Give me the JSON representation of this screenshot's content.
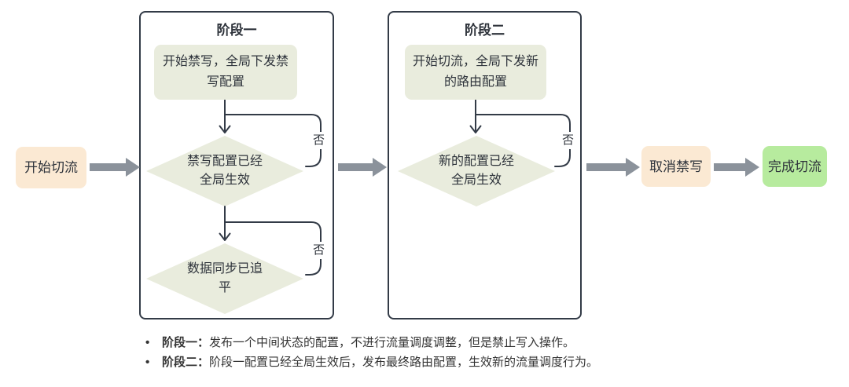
{
  "diagram": {
    "start_label": "开始切流",
    "phase1": {
      "title": "阶段一",
      "step_label": "开始禁写，全局下发禁写配置",
      "decision1_line1": "禁写配置已经",
      "decision1_line2": "全局生效",
      "decision1_no": "否",
      "decision2_line1": "数据同步已追",
      "decision2_line2": "平",
      "decision2_no": "否"
    },
    "phase2": {
      "title": "阶段二",
      "step_label": "开始切流，全局下发新的路由配置",
      "decision_line1": "新的配置已经",
      "decision_line2": "全局生效",
      "decision_no": "否"
    },
    "cancel_label": "取消禁写",
    "done_label": "完成切流"
  },
  "notes": [
    {
      "term": "阶段一：",
      "desc": "发布一个中间状态的配置，不进行流量调度调整，但是禁止写入操作。"
    },
    {
      "term": "阶段二：",
      "desc": "阶段一配置已经全局生效后，发布最终路由配置，生效新的流量调度行为。"
    }
  ],
  "colors": {
    "start_fill": "#fbe9d3",
    "step_fill": "#e9ecdd",
    "done_fill": "#b7eb9e",
    "container_border": "#333b47",
    "connector": "#333b47",
    "thick_arrow": "#8b929b",
    "text": "#2e333b"
  }
}
